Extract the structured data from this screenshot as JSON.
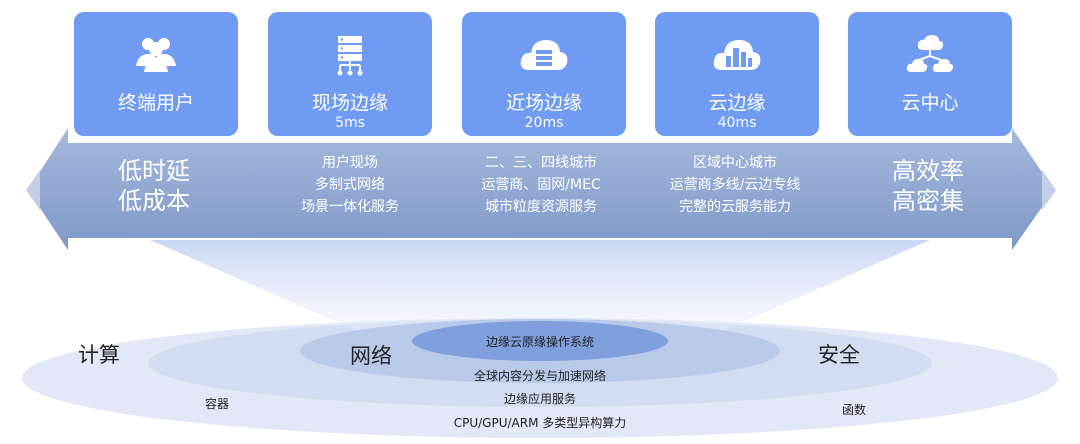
{
  "cards": [
    {
      "title": "终端用户",
      "latency": "",
      "icon": "users-icon"
    },
    {
      "title": "现场边缘",
      "latency": "5ms",
      "icon": "server-network-icon"
    },
    {
      "title": "近场边缘",
      "latency": "20ms",
      "icon": "cloud-server-icon"
    },
    {
      "title": "云边缘",
      "latency": "40ms",
      "icon": "cloud-buildings-icon"
    },
    {
      "title": "云中心",
      "latency": "",
      "icon": "cloud-network-icon"
    }
  ],
  "arrow": {
    "left_text": [
      "低时延",
      "低成本"
    ],
    "right_text": [
      "高效率",
      "高密集"
    ],
    "columns": [
      [
        "用户现场",
        "多制式网络",
        "场景一体化服务"
      ],
      [
        "二、三、四线城市",
        "运营商、固网/MEC",
        "城市粒度资源服务"
      ],
      [
        "区域中心城市",
        "运营商多线/云边专线",
        "完整的云服务能力"
      ]
    ]
  },
  "platform": {
    "outer_left": "计算",
    "outer_right": "安全",
    "middle_left": "网络",
    "core": "边缘云原缘操作系统",
    "layer1": "全球内容分发与加速网络",
    "layer2": "边缘应用服务",
    "layer3": "CPU/GPU/ARM 多类型异构算力",
    "left_small": "容器",
    "right_small": "函数"
  },
  "colors": {
    "card": "#6f9bf2",
    "arrow": "#8aa4d0",
    "ellipse_outer": "#dfe6f5",
    "ellipse_core": "#7fa0dc"
  }
}
